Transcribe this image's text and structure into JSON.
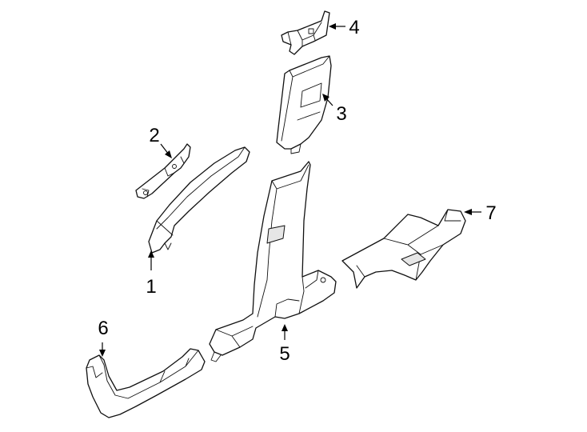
{
  "callouts": [
    {
      "id": "1",
      "label": "1"
    },
    {
      "id": "2",
      "label": "2"
    },
    {
      "id": "3",
      "label": "3"
    },
    {
      "id": "4",
      "label": "4"
    },
    {
      "id": "5",
      "label": "5"
    },
    {
      "id": "6",
      "label": "6"
    },
    {
      "id": "7",
      "label": "7"
    }
  ],
  "colors": {
    "line": "#111111",
    "background": "#ffffff",
    "shade": "#e6e6e6"
  }
}
